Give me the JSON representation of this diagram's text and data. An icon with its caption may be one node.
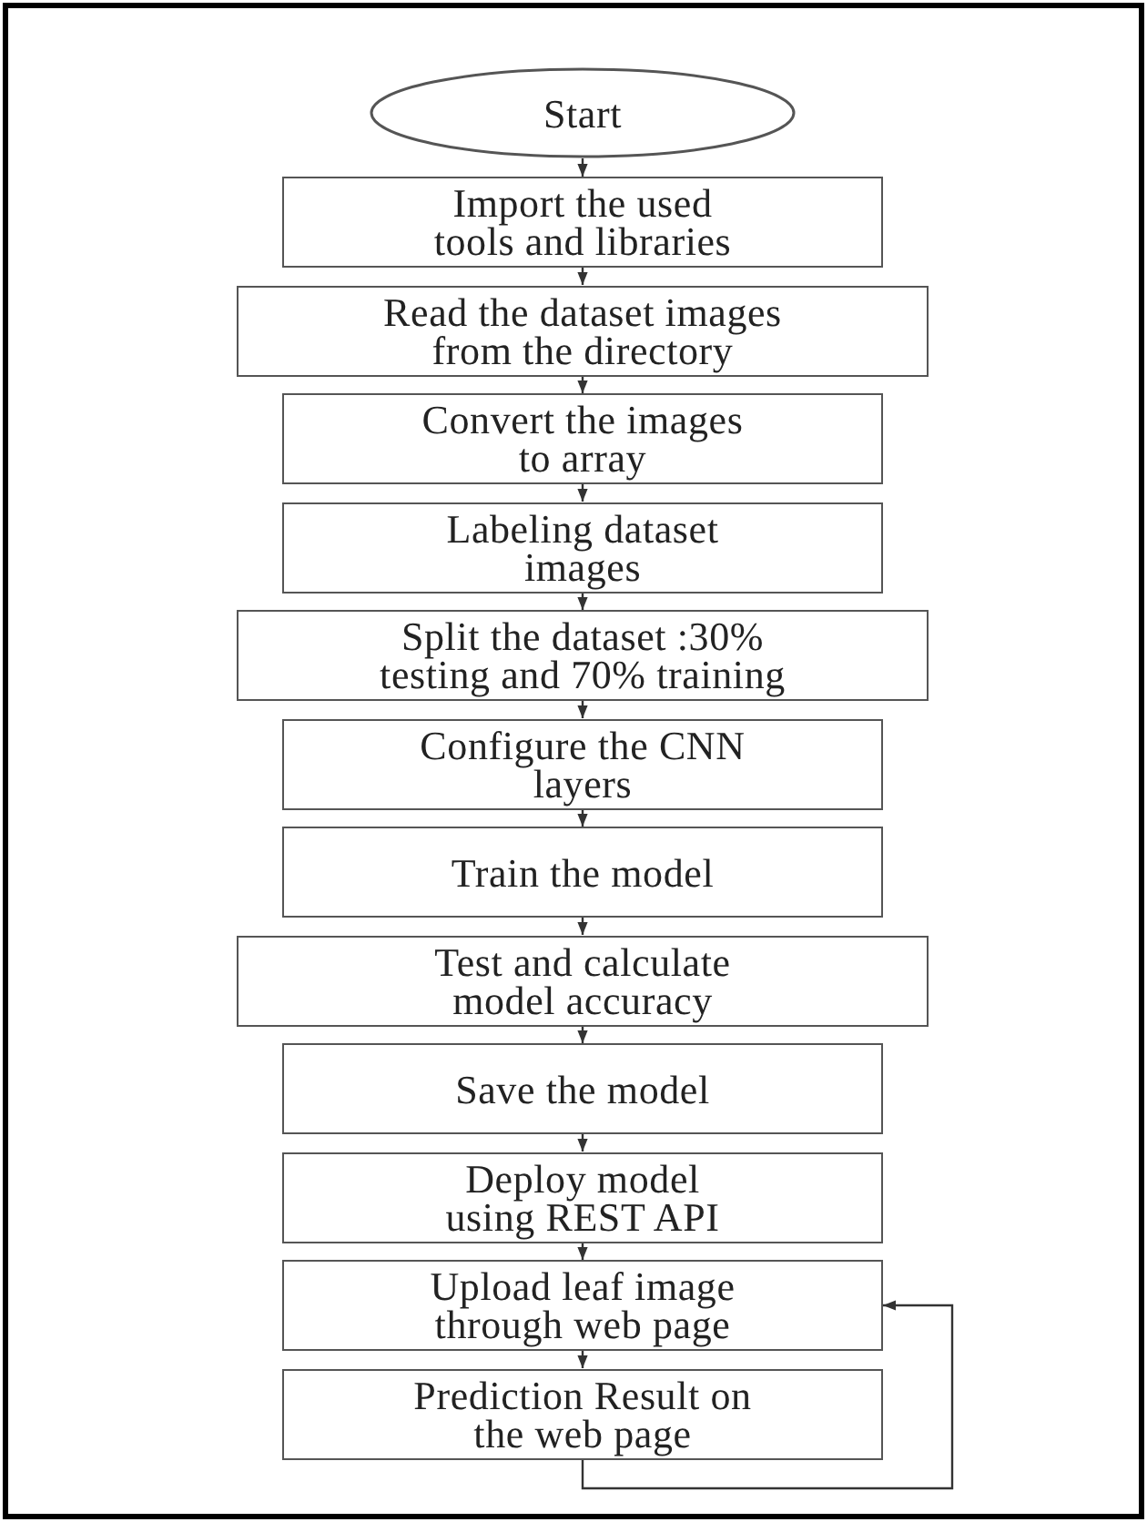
{
  "diagram": {
    "nodes": [
      {
        "text": [
          "Start"
        ]
      },
      {
        "text": [
          "Import the used tools and libraries"
        ]
      },
      {
        "text": [
          "Read the dataset images from the directory"
        ]
      },
      {
        "text": [
          "Convert the images to array"
        ]
      },
      {
        "text": [
          "Labeling dataset images"
        ]
      },
      {
        "text": [
          "Split the dataset :30% testing and 70% training"
        ]
      },
      {
        "text": [
          "Configure the CNN layers"
        ]
      },
      {
        "text": [
          "Train the model"
        ]
      },
      {
        "text": [
          "Test and calculate model accuracy"
        ]
      },
      {
        "text": [
          "Save the model"
        ]
      },
      {
        "text": [
          "Deploy model using REST API"
        ]
      },
      {
        "text": [
          "Upload leaf image through web page"
        ]
      },
      {
        "text": [
          "Prediction Result on the web page"
        ]
      }
    ],
    "edges": [
      {
        "from": 0,
        "to": 1,
        "arrow": "to"
      },
      {
        "from": 1,
        "to": 2,
        "arrow": "to"
      },
      {
        "from": 2,
        "to": 3,
        "arrow": "to"
      },
      {
        "from": 3,
        "to": 4,
        "arrow": "to"
      },
      {
        "from": 4,
        "to": 5,
        "arrow": "to"
      },
      {
        "from": 5,
        "to": 6,
        "arrow": "to"
      },
      {
        "from": 6,
        "to": 7,
        "arrow": "to"
      },
      {
        "from": 7,
        "to": 8,
        "arrow": "to"
      },
      {
        "from": 8,
        "to": 9,
        "arrow": "to"
      },
      {
        "from": 9,
        "to": 10,
        "arrow": "to"
      },
      {
        "from": 10,
        "to": 11,
        "arrow": "to"
      },
      {
        "from": 11,
        "to": 12,
        "arrow": "to"
      },
      {
        "from": 12,
        "to": 11,
        "arrow": "to"
      }
    ]
  }
}
